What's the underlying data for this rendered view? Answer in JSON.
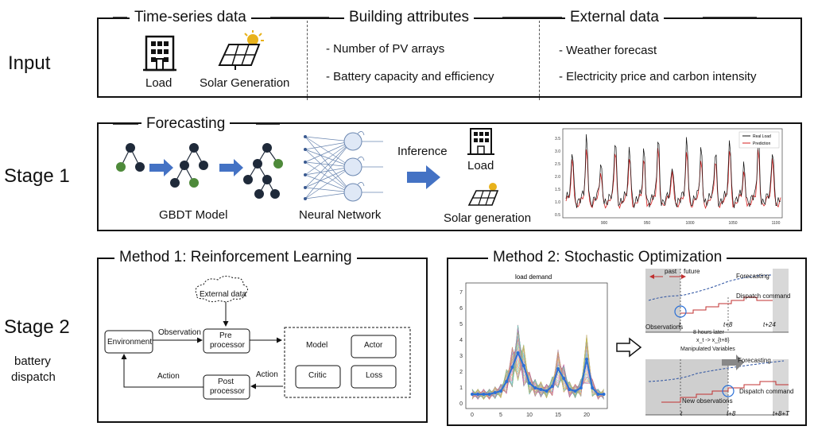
{
  "row_labels": {
    "input": "Input",
    "stage1": "Stage 1",
    "stage2": "Stage 2",
    "stage2_sub_1": "battery",
    "stage2_sub_2": "dispatch"
  },
  "input": {
    "time_series": {
      "header": "Time-series data",
      "load_label": "Load",
      "solar_label": "Solar Generation"
    },
    "building": {
      "header": "Building attributes",
      "items": [
        "- Number of PV arrays",
        "- Battery capacity and efficiency"
      ]
    },
    "external": {
      "header": "External data",
      "items": [
        "- Weather forecast",
        "- Electricity price and carbon intensity"
      ]
    }
  },
  "stage1": {
    "header": "Forecasting",
    "gbdt_label": "GBDT Model",
    "nn_label": "Neural Network",
    "inference_label": "Inference",
    "load_label": "Load",
    "solar_label": "Solar generation",
    "chart": {
      "legend": [
        "Real Load",
        "Prediction"
      ],
      "y_ticks": [
        "0.5",
        "1.0",
        "1.5",
        "2.0",
        "2.5",
        "3.0",
        "3.5"
      ],
      "x_ticks": [
        "900",
        "950",
        "1000",
        "1050",
        "1100"
      ]
    }
  },
  "method1": {
    "header": "Method 1: Reinforcement Learning",
    "external_data": "External data",
    "environment": "Environment",
    "observation": "Observation",
    "pre_processor_1": "Pre",
    "pre_processor_2": "processor",
    "post_processor_1": "Post",
    "post_processor_2": "processor",
    "action_1": "Action",
    "action_2": "Action",
    "model": "Model",
    "actor": "Actor",
    "critic": "Critic",
    "loss": "Loss"
  },
  "method2": {
    "header": "Method 2: Stochastic Optimization",
    "chart_title": "load demand",
    "y_ticks": [
      "0",
      "1",
      "2",
      "3",
      "4",
      "5",
      "6",
      "7"
    ],
    "x_ticks": [
      "0",
      "5",
      "10",
      "15",
      "20"
    ],
    "past": "past",
    "future": "future",
    "forecasting_1": "Forecasting",
    "dispatch_1": "Dispatch command",
    "observations": "Observations",
    "t": "t",
    "t8": "t+8",
    "t24": "t+24",
    "hours_later": "8 hours later",
    "x_formula": "x_t -> x_{t+8}",
    "manipulated": "Manipulated Variables",
    "forecasting_2": "Forecasting",
    "dispatch_2": "Dispatch command",
    "new_obs": "New observations",
    "t_b": "t",
    "t8_b": "t+8",
    "t8T": "t+8+T"
  },
  "colors": {
    "arrow_blue": "#4472c4",
    "node_dark": "#1f2a3a",
    "node_green": "#4e8a3a",
    "real": "#111111",
    "pred": "#d62020"
  }
}
